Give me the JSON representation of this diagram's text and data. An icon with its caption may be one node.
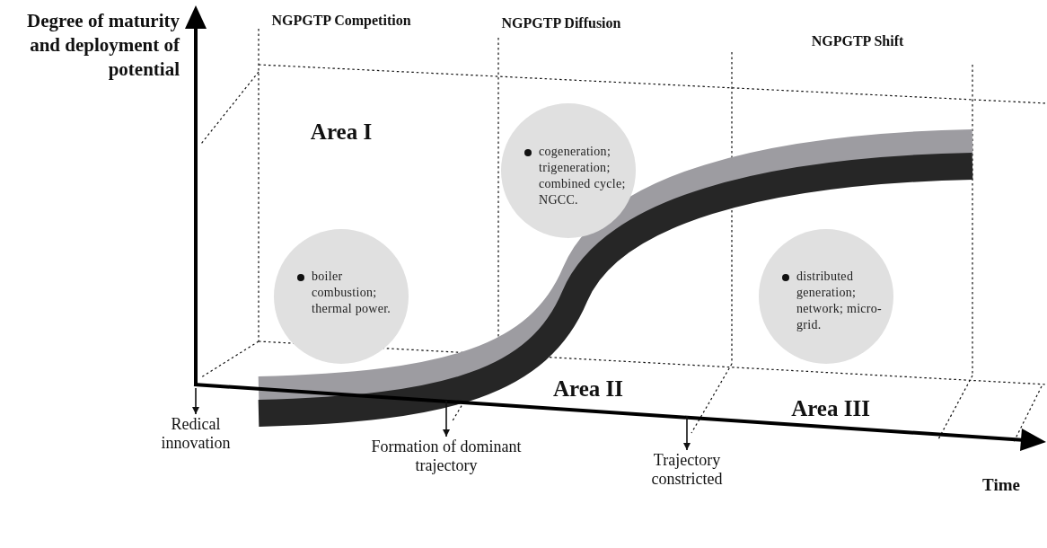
{
  "diagram": {
    "nodes": [
      {
        "text": [
          "boiler combustion; thermal power."
        ]
      },
      {
        "text": [
          "cogeneration; trigeneration; combined cycle; NGCC."
        ]
      },
      {
        "text": [
          "distributed generation; network; micro-grid."
        ]
      },
      {
        "text": [
          "Redical innovation"
        ]
      },
      {
        "text": [
          "Formation of dominant trajectory"
        ]
      },
      {
        "text": [
          "Trajectory constricted"
        ]
      }
    ],
    "edges": [
      {
        "from": null,
        "to": 3,
        "arrow": "to"
      },
      {
        "from": null,
        "to": 4,
        "arrow": "to"
      },
      {
        "from": null,
        "to": 5,
        "arrow": "to"
      }
    ],
    "labels": [
      "Degree of maturity and deployment of potential",
      "NGPGTP Competition",
      "NGPGTP Diffusion",
      "NGPGTP Shift",
      "Area I",
      "Area II",
      "Area III",
      "Time"
    ]
  }
}
